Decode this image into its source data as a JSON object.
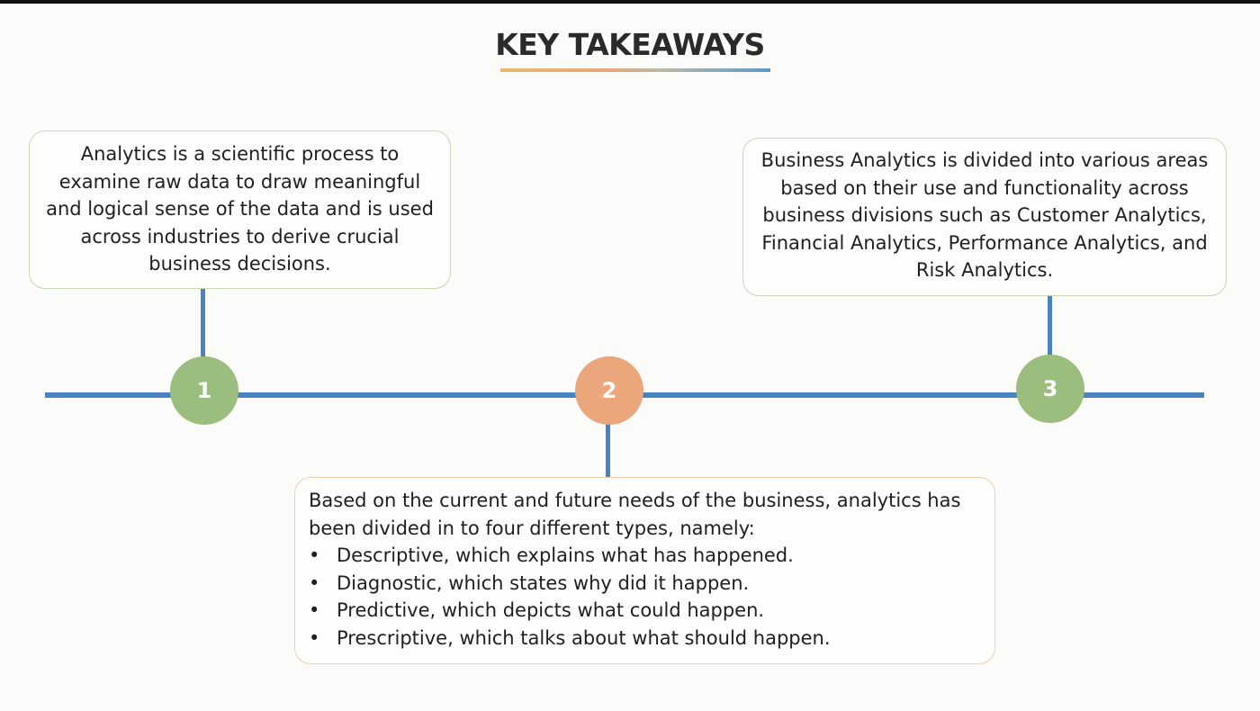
{
  "title": "KEY TAKEAWAYS",
  "colors": {
    "timeline": "#4a82bf",
    "node_green": "#9bbd7e",
    "node_orange": "#eba67b"
  },
  "nodes": [
    {
      "label": "1",
      "text": "Analytics is a scientific process to examine raw data to draw meaningful and logical sense of the data and is used across industries to derive crucial business decisions."
    },
    {
      "label": "2",
      "intro": "Based on the current and future needs of the business, analytics has been divided in to four different types, namely:",
      "bullets": [
        "Descriptive, which explains what has happened.",
        "Diagnostic, which states why did it happen.",
        "Predictive, which depicts what could happen.",
        "Prescriptive, which talks about what should happen."
      ]
    },
    {
      "label": "3",
      "text": "Business Analytics is divided into various areas based on their use and functionality across business divisions such as Customer Analytics, Financial Analytics, Performance Analytics, and Risk Analytics."
    }
  ]
}
